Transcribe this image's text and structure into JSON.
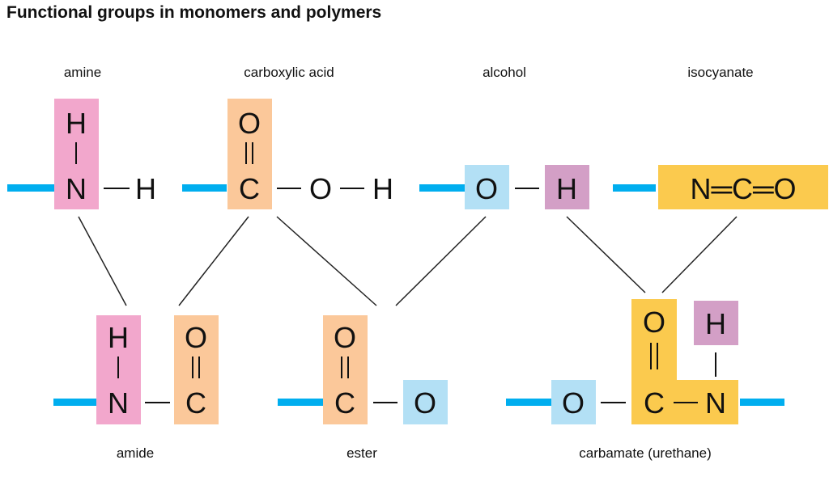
{
  "title": "Functional groups in monomers and polymers",
  "colors": {
    "bond_stub": "#00aeef",
    "pink": "#f2a7cc",
    "orange": "#fbc89a",
    "light_blue": "#b3e0f5",
    "mauve": "#d39fc6",
    "gold": "#fbca4e",
    "line": "#222222"
  },
  "labels": {
    "amine": "amine",
    "carboxylic_acid": "carboxylic acid",
    "alcohol": "alcohol",
    "isocyanate": "isocyanate",
    "amide": "amide",
    "ester": "ester",
    "carbamate": "carbamate (urethane)"
  },
  "atoms": {
    "H": "H",
    "N": "N",
    "O": "O",
    "C": "C",
    "NCO": "N═C═O",
    "single_bond": "—"
  }
}
